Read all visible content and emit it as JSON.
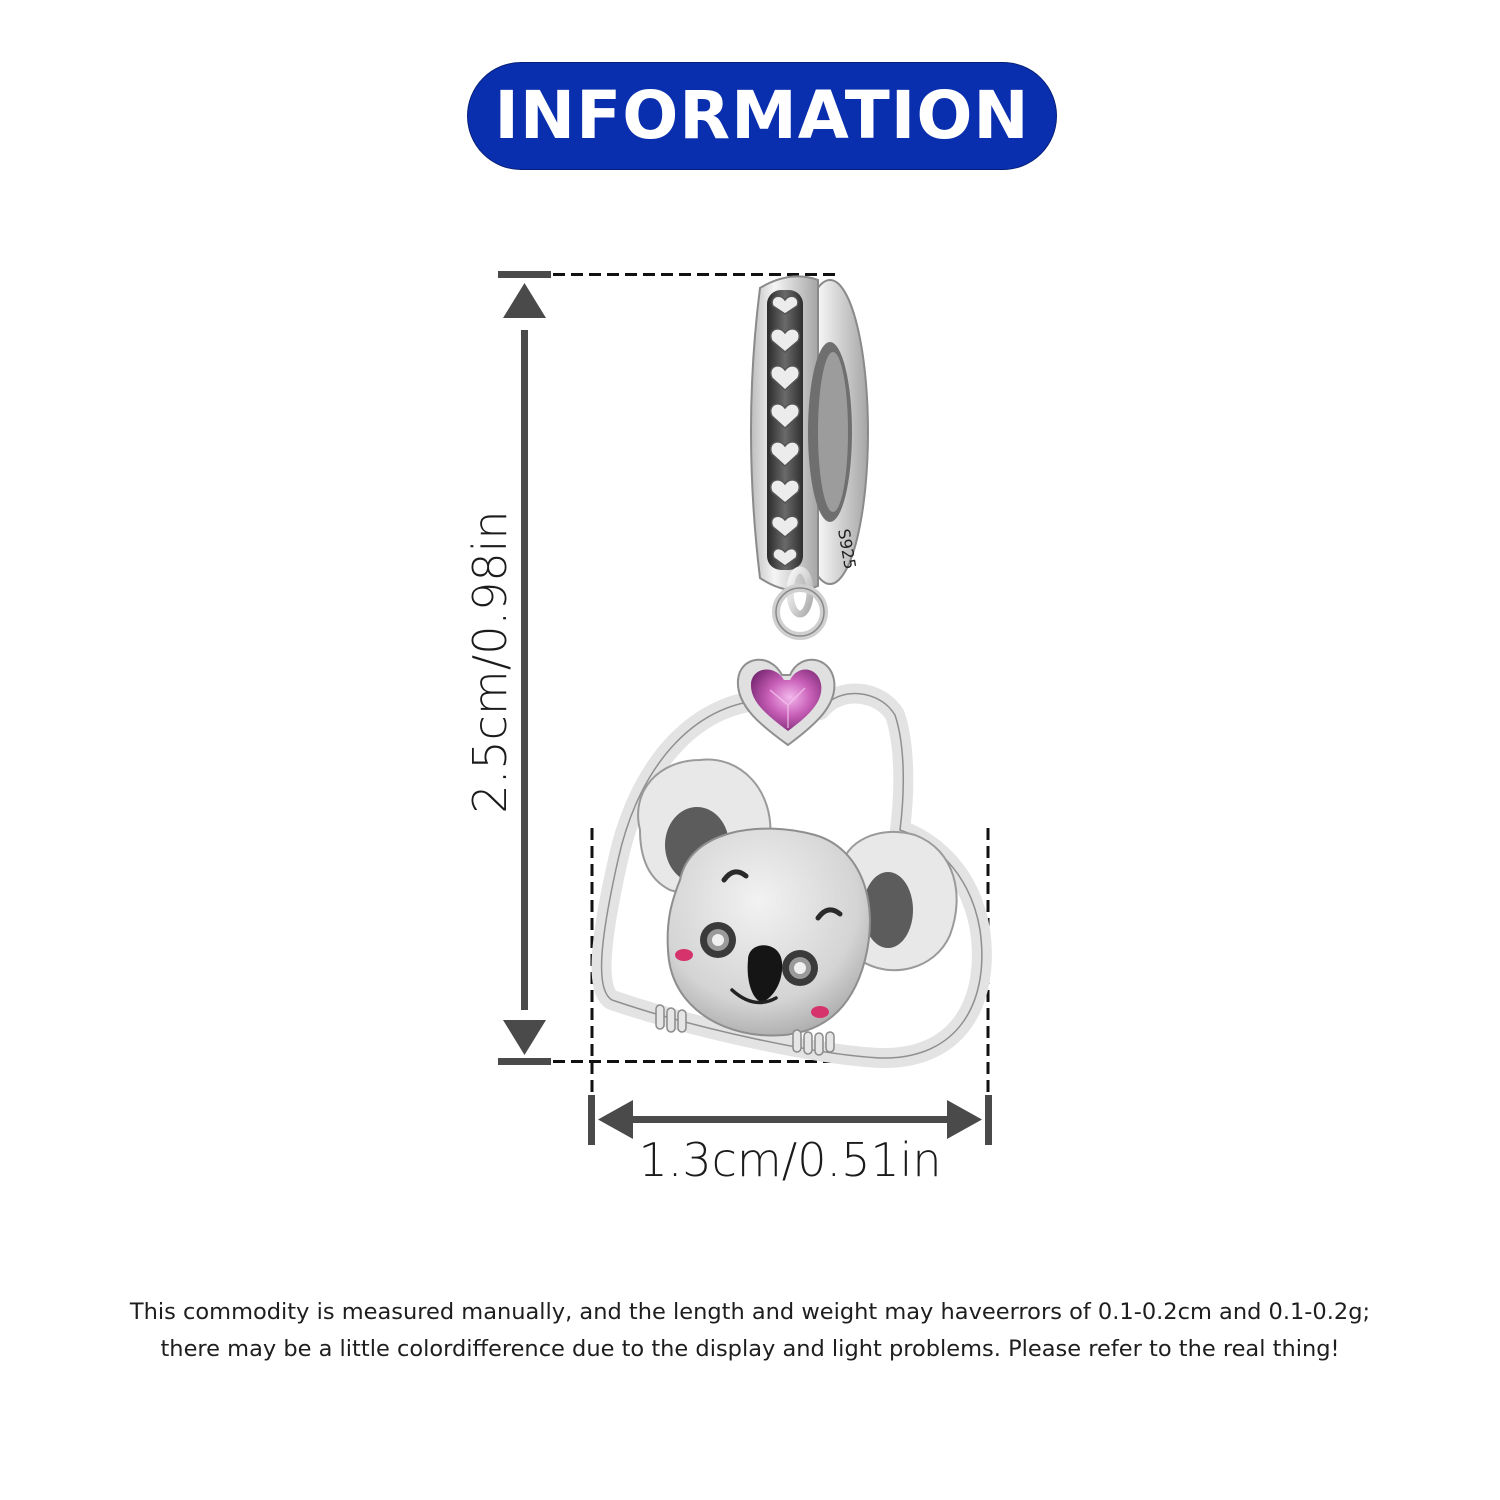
{
  "header": {
    "title": "INFORMATION",
    "background_color": "#0a2fae",
    "text_color": "#ffffff"
  },
  "product": {
    "description": "Koala in heart sterling silver dangle charm with pink heart gem",
    "stamp": "S925",
    "gem_color": "#c85fb8",
    "metal_color": "#d9d9d9"
  },
  "dimensions": {
    "height_label": "2.5cm/0.98in",
    "width_label": "1.3cm/0.51in",
    "arrow_color": "#4a4a4a"
  },
  "disclaimer": {
    "line1": "This commodity is measured manually, and the length and weight may haveerrors of 0.1-0.2cm and 0.1-0.2g;",
    "line2": "there may be a little colordifference due to the display and light problems. Please refer to the real thing!"
  }
}
